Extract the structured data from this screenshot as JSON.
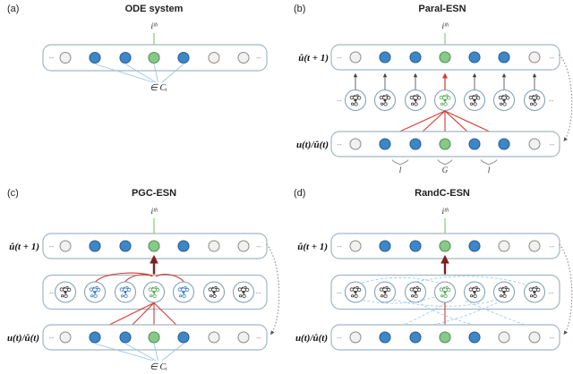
{
  "figure": {
    "panels": [
      {
        "tag": "(a)",
        "title": "ODE system"
      },
      {
        "tag": "(b)",
        "title": "Paral-ESN",
        "brace_left": "l",
        "brace_center": "G",
        "brace_right": "l"
      },
      {
        "tag": "(c)",
        "title": "PGC-ESN"
      },
      {
        "tag": "(d)",
        "title": "RandC-ESN"
      }
    ],
    "labels": {
      "ith": "iᵗʰ",
      "coupling_set": "∈ Cᵢ",
      "output_row": "û(t + 1)",
      "input_row": "u(t)/û(t)",
      "ellipsis": "--"
    },
    "colors": {
      "node_blue": "#3d87c8",
      "node_green": "#88c988",
      "node_gray": "#f2f1ef",
      "box_border": "#a2b7c3",
      "coupling_blue": "#7fb2d9",
      "connection_red": "#d23b31",
      "arrow_maroon": "#7e1f1f",
      "ith_marker_green": "#b8ddb0",
      "random_dashed_blue": "#9fcbe8",
      "feedback_gray": "#777777"
    },
    "node_patterns": {
      "a_row": [
        "gray",
        "blue",
        "blue",
        "green",
        "blue",
        "gray",
        "gray"
      ],
      "b_rows": [
        "gray",
        "blue",
        "blue",
        "green",
        "blue",
        "blue",
        "gray"
      ],
      "c_rows": [
        "gray",
        "blue",
        "blue",
        "green",
        "blue",
        "gray",
        "gray"
      ],
      "d_rows": [
        "gray",
        "blue",
        "blue",
        "green",
        "blue",
        "gray",
        "gray"
      ],
      "b_reservoirs": [
        "dark",
        "dark",
        "dark",
        "green",
        "dark",
        "dark",
        "dark"
      ],
      "c_reservoirs": [
        "dark",
        "blue",
        "blue",
        "green",
        "blue",
        "dark",
        "dark"
      ],
      "d_reservoirs": [
        "dark",
        "dark",
        "dark",
        "green",
        "dark",
        "dark",
        "dark"
      ]
    }
  }
}
